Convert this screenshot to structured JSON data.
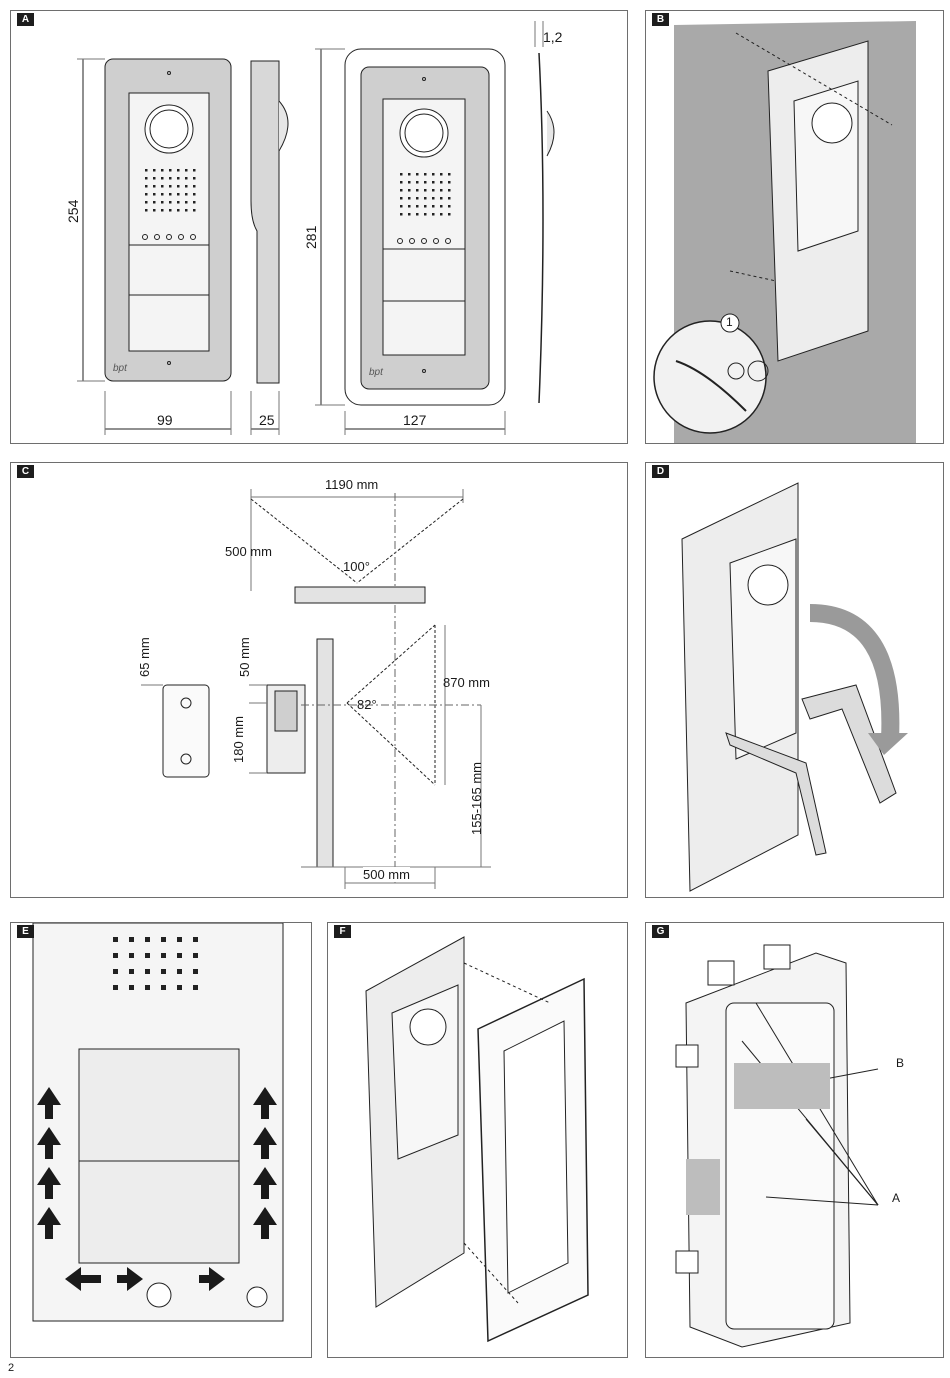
{
  "panels": {
    "A": {
      "badge": "A",
      "dim_height_front": "254",
      "dim_width_front": "99",
      "dim_depth": "25",
      "dim_height_frame": "281",
      "dim_width_frame": "127",
      "dim_thickness": "1,2",
      "brand": "bpt"
    },
    "B": {
      "badge": "B",
      "step_marker": "1"
    },
    "C": {
      "badge": "C",
      "dim_top_width": "1190 mm",
      "dim_top_distance": "500 mm",
      "angle_top": "100°",
      "dim_box_top": "65 mm",
      "dim_cam_top": "50 mm",
      "dim_cam_height": "180 mm",
      "angle_side": "82°",
      "dim_side_height": "870 mm",
      "dim_mount_height": "155-165 mm",
      "dim_side_distance": "500 mm"
    },
    "D": {
      "badge": "D"
    },
    "E": {
      "badge": "E"
    },
    "F": {
      "badge": "F"
    },
    "G": {
      "badge": "G",
      "callout_b": "B",
      "callout_a": "A"
    }
  },
  "page_number": "2"
}
